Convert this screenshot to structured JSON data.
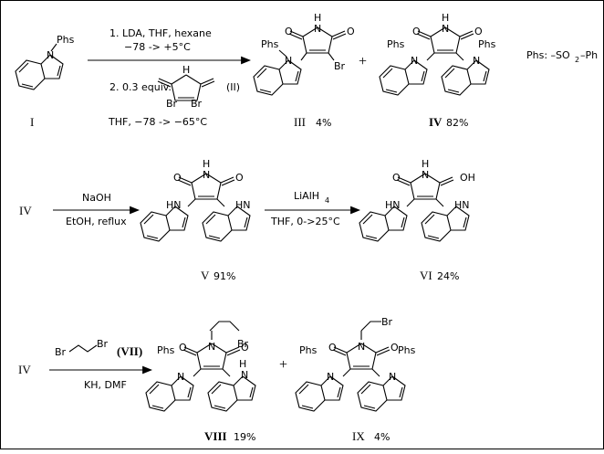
{
  "reagents": {
    "r1_step1": "1. LDA,  THF, hexane",
    "r1_step1b": "−78 -> +5°C",
    "r1_step2": "2. 0.3 equiv.",
    "r1_step2_id": "(II)",
    "r1_step2_cond": "THF,  −78 -> −65°C",
    "r2_top": "NaOH",
    "r2_bottom": "EtOH, reflux",
    "r3_top": "LiAlH",
    "r3_top_sub": "4",
    "r3_bottom": "THF,  0->25°C",
    "r4_id": "(VII)",
    "r4_bottom": "KH,  DMF"
  },
  "compounds": {
    "I": "I",
    "III": "III",
    "III_yield": "4%",
    "IV": "IV",
    "IV_yield": "82%",
    "V": "V",
    "V_yield": "91%",
    "VI": "VI",
    "VI_yield": "24%",
    "VIII": "VIII",
    "VIII_yield": "19%",
    "IX": "IX",
    "IX_yield": "4%",
    "IV_row2": "IV",
    "IV_row3": "IV"
  },
  "legend": {
    "phs_def": "Phs: –SO",
    "phs_def_sub": "2",
    "phs_def_tail": "–Ph"
  },
  "atoms": {
    "phs": "Phs",
    "n": "N",
    "h": "H",
    "o": "O",
    "br": "Br",
    "oh": "OH",
    "hn": "HN"
  },
  "plus": "+"
}
